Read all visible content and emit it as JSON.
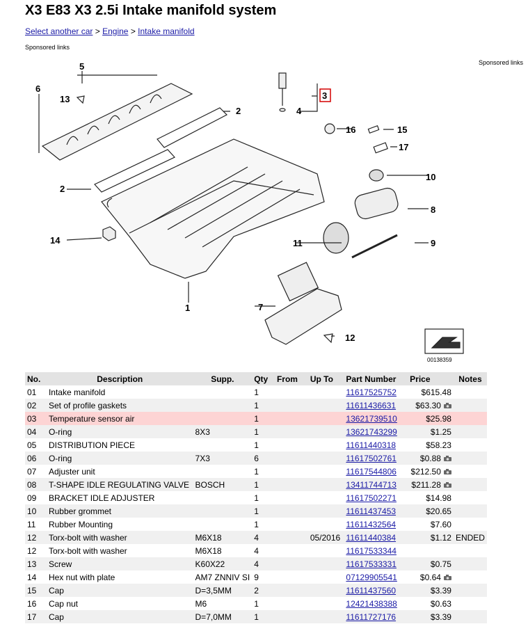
{
  "page": {
    "title": "X3 E83 X3 2.5i Intake manifold system"
  },
  "breadcrumb": [
    {
      "label": "Select another car"
    },
    {
      "label": "Engine"
    },
    {
      "label": "Intake manifold"
    }
  ],
  "breadcrumb_sep": ">",
  "sponsored_left": "Sponsored links",
  "sponsored_right": "Sponsored links",
  "diagram": {
    "callouts": [
      "1",
      "2",
      "2",
      "3",
      "4",
      "5",
      "6",
      "7",
      "8",
      "9",
      "10",
      "11",
      "12",
      "13",
      "14",
      "15",
      "16",
      "17"
    ],
    "image_code": "00138359"
  },
  "table": {
    "headers": [
      "No.",
      "Description",
      "Supp.",
      "Qty",
      "From",
      "Up To",
      "Part Number",
      "Price",
      "Notes"
    ],
    "rows": [
      {
        "no": "01",
        "desc": "Intake manifold",
        "supp": "",
        "qty": "1",
        "from": "",
        "upto": "",
        "part": "11617525752",
        "price": "$615.48",
        "notes": "",
        "camera": false,
        "highlight": false
      },
      {
        "no": "02",
        "desc": "Set of profile gaskets",
        "supp": "",
        "qty": "1",
        "from": "",
        "upto": "",
        "part": "11611436631",
        "price": "$63.30",
        "notes": "",
        "camera": true,
        "highlight": false
      },
      {
        "no": "03",
        "desc": "Temperature sensor air",
        "supp": "",
        "qty": "1",
        "from": "",
        "upto": "",
        "part": "13621739510",
        "price": "$25.98",
        "notes": "",
        "camera": false,
        "highlight": true
      },
      {
        "no": "04",
        "desc": "O-ring",
        "supp": "8X3",
        "qty": "1",
        "from": "",
        "upto": "",
        "part": "13621743299",
        "price": "$1.25",
        "notes": "",
        "camera": false,
        "highlight": false
      },
      {
        "no": "05",
        "desc": "DISTRIBUTION PIECE",
        "supp": "",
        "qty": "1",
        "from": "",
        "upto": "",
        "part": "11611440318",
        "price": "$58.23",
        "notes": "",
        "camera": false,
        "highlight": false
      },
      {
        "no": "06",
        "desc": "O-ring",
        "supp": "7X3",
        "qty": "6",
        "from": "",
        "upto": "",
        "part": "11617502761",
        "price": "$0.88",
        "notes": "",
        "camera": true,
        "highlight": false
      },
      {
        "no": "07",
        "desc": "Adjuster unit",
        "supp": "",
        "qty": "1",
        "from": "",
        "upto": "",
        "part": "11617544806",
        "price": "$212.50",
        "notes": "",
        "camera": true,
        "highlight": false
      },
      {
        "no": "08",
        "desc": "T-SHAPE IDLE REGULATING VALVE",
        "supp": "BOSCH",
        "qty": "1",
        "from": "",
        "upto": "",
        "part": "13411744713",
        "price": "$211.28",
        "notes": "",
        "camera": true,
        "highlight": false
      },
      {
        "no": "09",
        "desc": "BRACKET IDLE ADJUSTER",
        "supp": "",
        "qty": "1",
        "from": "",
        "upto": "",
        "part": "11617502271",
        "price": "$14.98",
        "notes": "",
        "camera": false,
        "highlight": false
      },
      {
        "no": "10",
        "desc": "Rubber grommet",
        "supp": "",
        "qty": "1",
        "from": "",
        "upto": "",
        "part": "11611437453",
        "price": "$20.65",
        "notes": "",
        "camera": false,
        "highlight": false
      },
      {
        "no": "11",
        "desc": "Rubber Mounting",
        "supp": "",
        "qty": "1",
        "from": "",
        "upto": "",
        "part": "11611432564",
        "price": "$7.60",
        "notes": "",
        "camera": false,
        "highlight": false
      },
      {
        "no": "12",
        "desc": "Torx-bolt with washer",
        "supp": "M6X18",
        "qty": "4",
        "from": "",
        "upto": "05/2016",
        "part": "11611440384",
        "price": "$1.12",
        "notes": "ENDED",
        "camera": false,
        "highlight": false
      },
      {
        "no": "12",
        "desc": "Torx-bolt with washer",
        "supp": "M6X18",
        "qty": "4",
        "from": "",
        "upto": "",
        "part": "11617533344",
        "price": "",
        "notes": "",
        "camera": false,
        "highlight": false
      },
      {
        "no": "13",
        "desc": "Screw",
        "supp": "K60X22",
        "qty": "4",
        "from": "",
        "upto": "",
        "part": "11617533331",
        "price": "$0.75",
        "notes": "",
        "camera": false,
        "highlight": false
      },
      {
        "no": "14",
        "desc": "Hex nut with plate",
        "supp": "AM7 ZNNIV SI",
        "qty": "9",
        "from": "",
        "upto": "",
        "part": "07129905541",
        "price": "$0.64",
        "notes": "",
        "camera": true,
        "highlight": false
      },
      {
        "no": "15",
        "desc": "Cap",
        "supp": "D=3,5MM",
        "qty": "2",
        "from": "",
        "upto": "",
        "part": "11611437560",
        "price": "$3.39",
        "notes": "",
        "camera": false,
        "highlight": false
      },
      {
        "no": "16",
        "desc": "Cap nut",
        "supp": "M6",
        "qty": "1",
        "from": "",
        "upto": "",
        "part": "12421438388",
        "price": "$0.63",
        "notes": "",
        "camera": false,
        "highlight": false
      },
      {
        "no": "17",
        "desc": "Cap",
        "supp": "D=7,0MM",
        "qty": "1",
        "from": "",
        "upto": "",
        "part": "11611727176",
        "price": "$3.39",
        "notes": "",
        "camera": false,
        "highlight": false
      }
    ]
  }
}
